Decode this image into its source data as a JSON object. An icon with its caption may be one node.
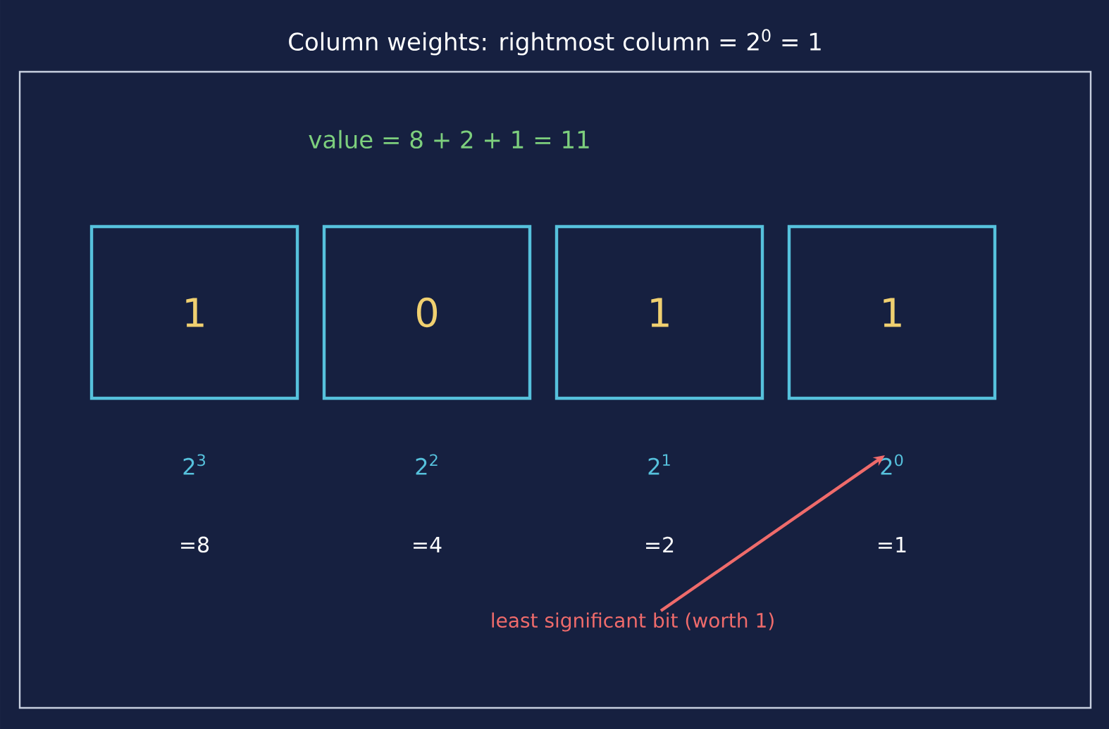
{
  "diagram": {
    "title": "Column weights: rightmost column = 2$^{0}$ = 1",
    "nodes": [
      {
        "text": [
          "1"
        ]
      },
      {
        "text": [
          "0"
        ]
      },
      {
        "text": [
          "1"
        ]
      },
      {
        "text": [
          "1"
        ]
      },
      {
        "text": [
          "2$^{3}$"
        ]
      },
      {
        "text": [
          "2$^{2}$"
        ]
      },
      {
        "text": [
          "2$^{1}$"
        ]
      },
      {
        "text": [
          "2$^{0}$"
        ]
      },
      {
        "text": [
          "least significant bit (worth 1)"
        ]
      }
    ],
    "edges": [
      {
        "from": 8,
        "to": 7,
        "arrow": "to",
        "color": "#ef6b6b"
      }
    ],
    "labels": [
      "value = 8 + 2 + 1 = 11",
      "=8",
      "=4",
      "=2",
      "=1"
    ]
  }
}
